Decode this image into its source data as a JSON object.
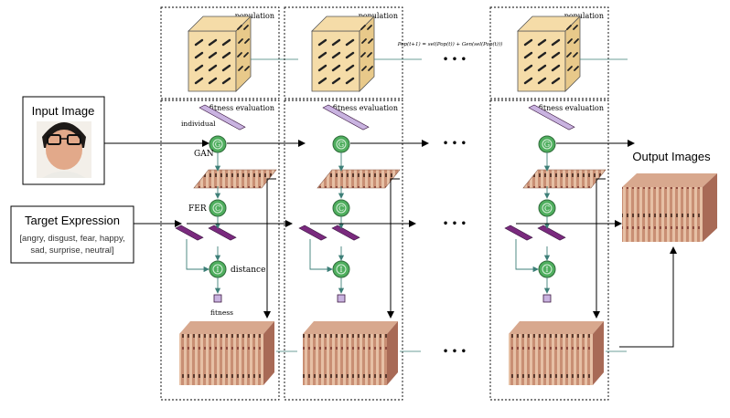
{
  "input_box": {
    "title": "Input Image"
  },
  "target_box": {
    "title": "Target Expression",
    "options_line1": "[angry, disgust, fear, happy,",
    "options_line2": "sad, surprise, neutral]"
  },
  "output": {
    "title": "Output Images"
  },
  "stages": {
    "population_label": "population",
    "fitness_eval_label": "fitness evaluation",
    "individual_label": "individual",
    "gan_label": "GAN",
    "fer_label": "FER",
    "distance_label": "distance",
    "fitness_label": "fitness",
    "formula": "Pop(t+1) = sel(Pop(t)) + Gen(sel(Pop(t)))",
    "ellipsis": "• • •"
  },
  "colors": {
    "cube_fill": "#f5dca8",
    "cube_side": "#e8c98a",
    "node_fill": "#4fae5e",
    "purple": "#7a2a7e",
    "lavender": "#c9b3e0",
    "teal_line": "#3d7f78",
    "face_a": "#c98f74",
    "face_b": "#e6c0a5"
  }
}
